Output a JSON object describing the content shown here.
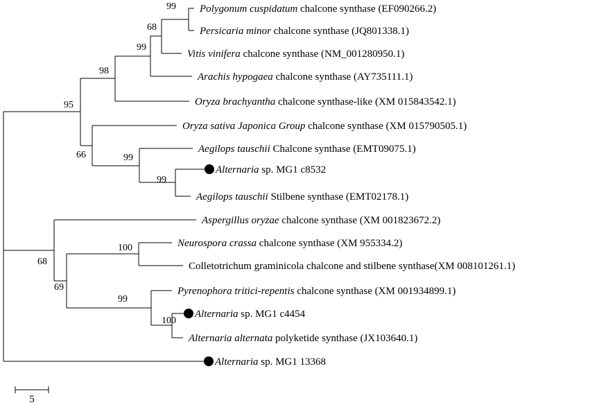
{
  "tree": {
    "taxa": [
      {
        "id": "t1",
        "species": "Polygonum cuspidatum",
        "rest": " chalcone synthase (EF090266.2)",
        "marker": false
      },
      {
        "id": "t2",
        "species": "Persicaria minor",
        "rest": " chalcone synthase (JQ801338.1)",
        "marker": false
      },
      {
        "id": "t3",
        "species": "Vitis vinifera",
        "rest": " chalcone synthase (NM_001280950.1)",
        "marker": false
      },
      {
        "id": "t4",
        "species": "Arachis hypogaea",
        "rest": " chalcone synthase (AY735111.1)",
        "marker": false
      },
      {
        "id": "t5",
        "species": "Oryza brachyantha",
        "rest": " chalcone synthase-like (XM 015843542.1)",
        "marker": false
      },
      {
        "id": "t6",
        "species": "Oryza sativa Japonica Group",
        "rest": " chalcone synthase (XM 015790505.1)",
        "marker": false
      },
      {
        "id": "t7",
        "species": "Aegilops tauschii",
        "rest": " Chalcone synthase (EMT09075.1)",
        "marker": false
      },
      {
        "id": "t8",
        "species": "Alternaria",
        "rest": " sp. MG1 c8532",
        "marker": true
      },
      {
        "id": "t9",
        "species": "Aegilops tauschii",
        "rest": " Stilbene synthase (EMT02178.1)",
        "marker": false
      },
      {
        "id": "t10",
        "species": "Aspergillus oryzae",
        "rest": " chalcone synthase (XM 001823672.2)",
        "marker": false
      },
      {
        "id": "t11",
        "species": "Neurospora crassa",
        "rest": " chalcone synthase (XM 955334.2)",
        "marker": false
      },
      {
        "id": "t12",
        "species": "",
        "rest": "Colletotrichum graminicola chalcone and stilbene synthase(XM 008101261.1)",
        "marker": false
      },
      {
        "id": "t13",
        "species": "Pyrenophora tritici-repentis",
        "rest": " chalcone synthase (XM 001934899.1)",
        "marker": false
      },
      {
        "id": "t14",
        "species": "Alternaria",
        "rest": " sp. MG1 c4454",
        "marker": true
      },
      {
        "id": "t15",
        "species": "Alternaria alternata",
        "rest": " polyketide synthase (JX103640.1)",
        "marker": false
      },
      {
        "id": "t16",
        "species": "Alternaria",
        "rest": " sp. MG1 13368",
        "marker": true
      }
    ],
    "bootstrap": {
      "n12": "99",
      "n123": "68",
      "n1234": "99",
      "n12345": "98",
      "nPlant": "95",
      "n89": "99",
      "n789": "99",
      "n6789": "66",
      "n1112": "100",
      "n1415": "100",
      "n131415": "99",
      "nF2": "69",
      "nFungi": "68"
    },
    "scale_label": "5"
  }
}
